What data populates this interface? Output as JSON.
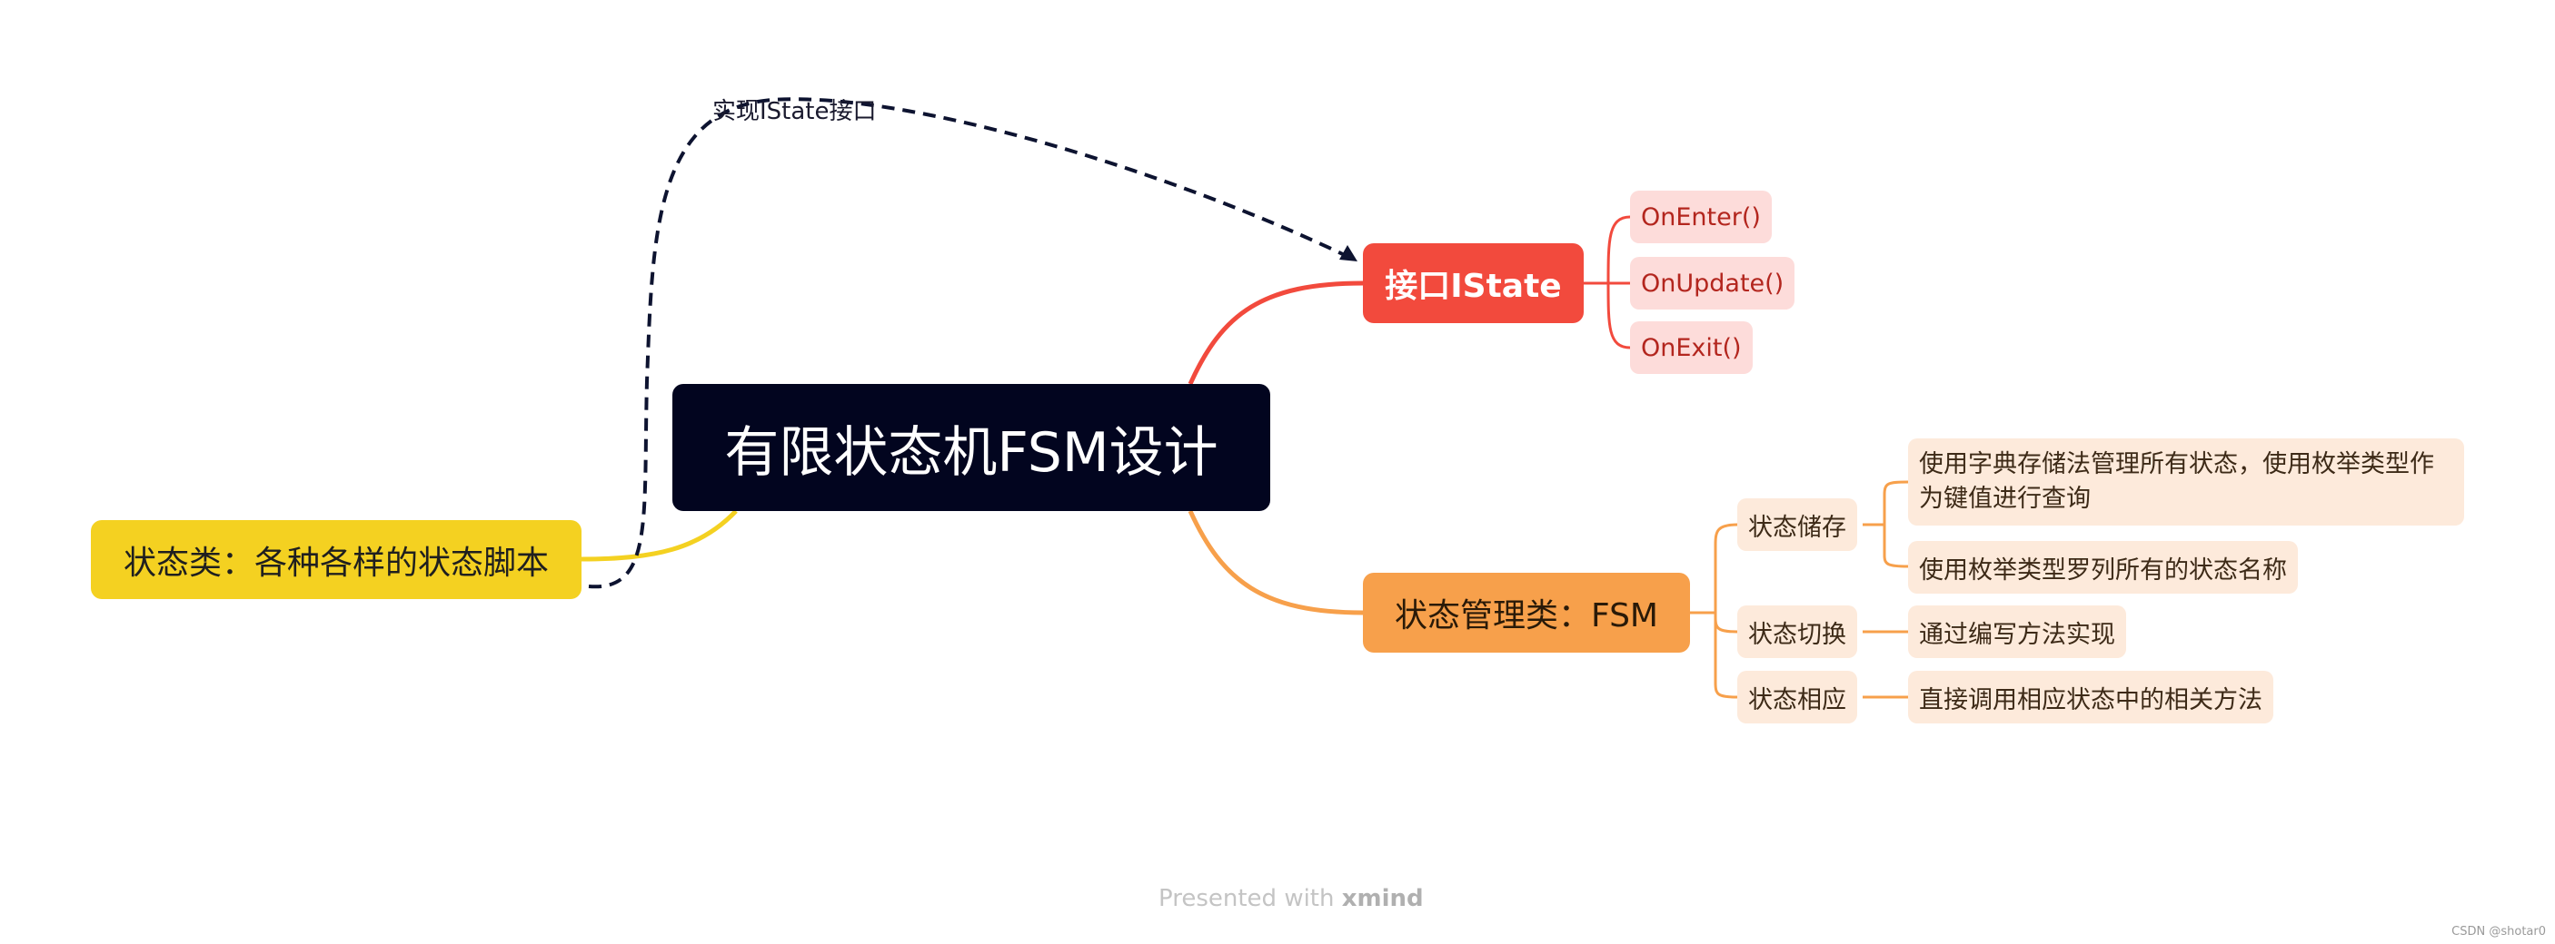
{
  "colors": {
    "central": "#02051f",
    "left_branch": "#f4d121",
    "istate_branch": "#f24a3d",
    "fsm_branch": "#f7a04b",
    "red_leaf": "#fddcda",
    "orange_leaf": "#fdeadb",
    "dashed_link": "#0d1330"
  },
  "central": {
    "label": "有限状态机FSM设计"
  },
  "left": {
    "label": "状态类：各种各样的状态脚本"
  },
  "relation": {
    "label": "实现IState接口"
  },
  "istate": {
    "label": "接口IState",
    "children": [
      "OnEnter()",
      "OnUpdate()",
      "OnExit()"
    ]
  },
  "fsm": {
    "label": "状态管理类：FSM",
    "children": [
      {
        "label": "状态储存",
        "details": [
          "使用字典存储法管理所有状态，使用枚举类型作为键值进行查询",
          "使用枚举类型罗列所有的状态名称"
        ]
      },
      {
        "label": "状态切换",
        "details": [
          "通过编写方法实现"
        ]
      },
      {
        "label": "状态相应",
        "details": [
          "直接调用相应状态中的相关方法"
        ]
      }
    ]
  },
  "footer": {
    "prefix": "Presented with",
    "brand": "xmind"
  },
  "watermark": "CSDN @shotar0"
}
